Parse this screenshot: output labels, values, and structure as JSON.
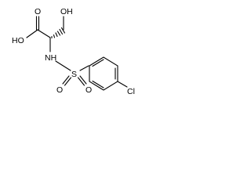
{
  "molecule": {
    "atoms": {
      "carbonyl_o": "O",
      "acid_oh": "HO",
      "hydroxyl_oh": "OH",
      "amine_nh": "NH",
      "sulfur": "S",
      "sulfonyl_o_left": "O",
      "sulfonyl_o_right": "O",
      "chlorine": "Cl"
    }
  }
}
